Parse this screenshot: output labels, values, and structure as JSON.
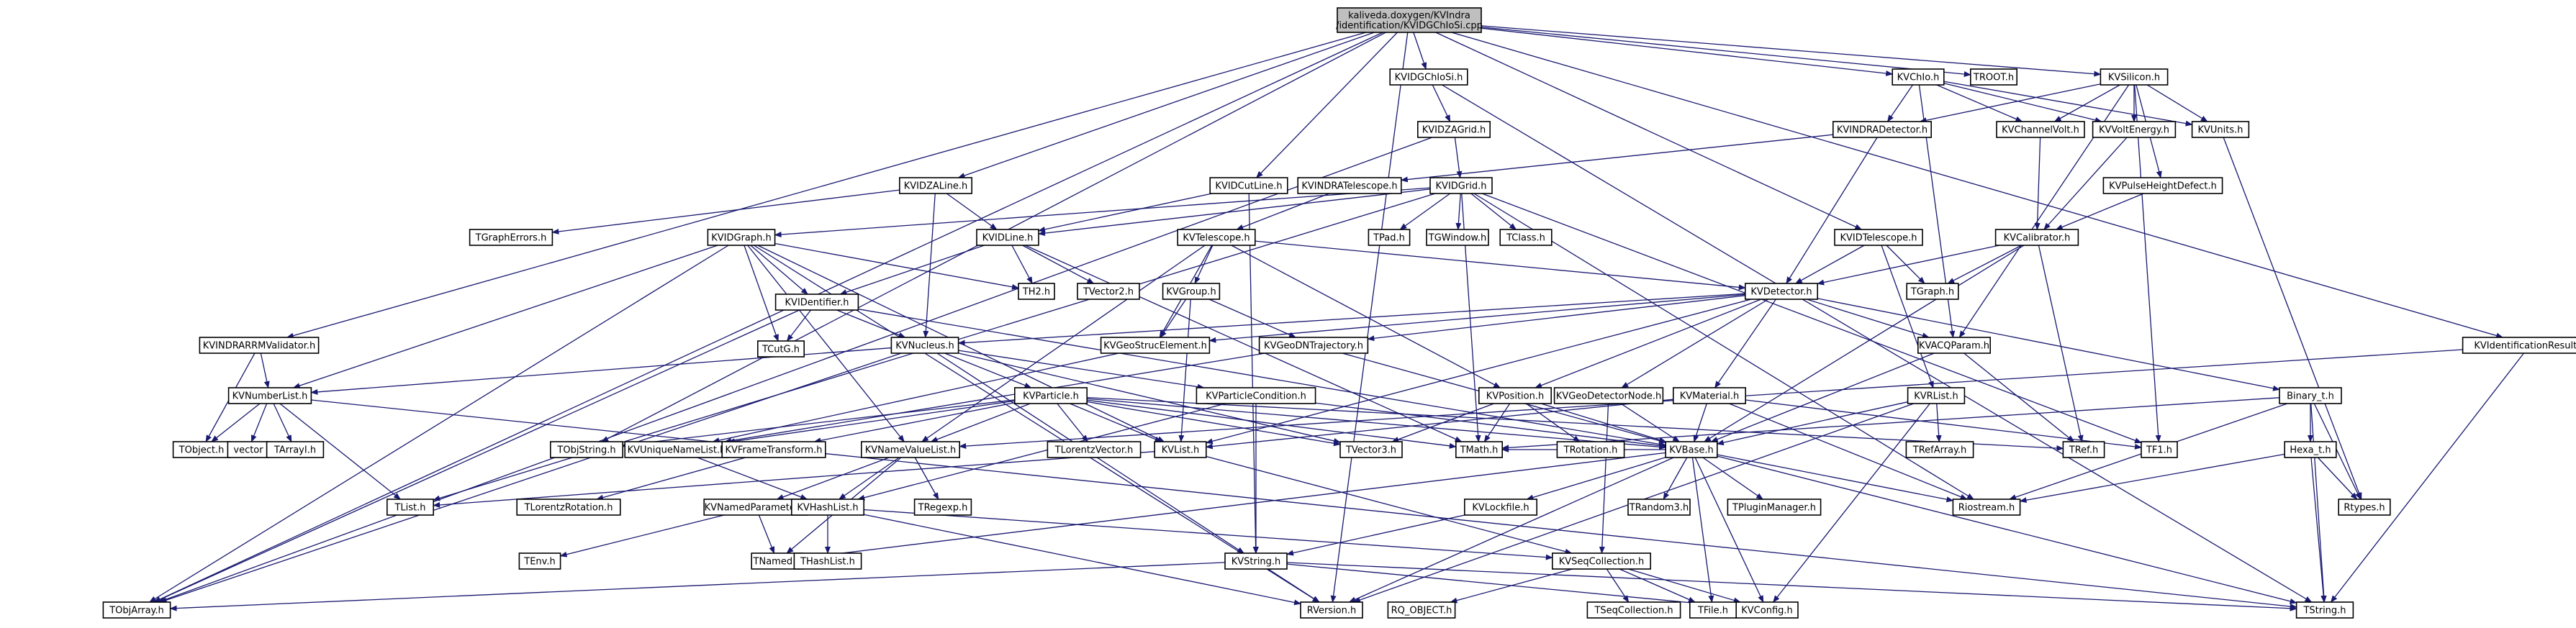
{
  "colors": {
    "root_fill": "#bfbfbf",
    "node_fill": "#ffffff",
    "node_stroke": "#000000",
    "leaf_stroke": "#bfbfbf",
    "edge": "#191970"
  },
  "root_node": {
    "label": "kaliveda.doxygen/KVIndra/identification/KVIDGChIoSi.cpp"
  },
  "nodes": [
    {
      "id": "root",
      "label": "kaliveda.doxygen/KVIndra\n/identification/KVIDGChIoSi.cpp"
    },
    {
      "id": "KVIDGChIoSi",
      "label": "KVIDGChIoSi.h"
    },
    {
      "id": "KVChIo",
      "label": "KVChIo.h"
    },
    {
      "id": "TROOT",
      "label": "TROOT.h"
    },
    {
      "id": "KVSilicon",
      "label": "KVSilicon.h"
    },
    {
      "id": "KVIDZAGrid",
      "label": "KVIDZAGrid.h"
    },
    {
      "id": "KVINDRADetector",
      "label": "KVINDRADetector.h"
    },
    {
      "id": "KVChannelVolt",
      "label": "KVChannelVolt.h"
    },
    {
      "id": "KVVoltEnergy",
      "label": "KVVoltEnergy.h"
    },
    {
      "id": "KVUnits",
      "label": "KVUnits.h"
    },
    {
      "id": "KVIDZALine",
      "label": "KVIDZALine.h"
    },
    {
      "id": "KVIDCutLine",
      "label": "KVIDCutLine.h"
    },
    {
      "id": "KVINDRATelescope",
      "label": "KVINDRATelescope.h"
    },
    {
      "id": "KVIDGrid",
      "label": "KVIDGrid.h"
    },
    {
      "id": "KVPulseHeightDefect",
      "label": "KVPulseHeightDefect.h"
    },
    {
      "id": "TGraphErrors",
      "label": "TGraphErrors.h"
    },
    {
      "id": "KVIDGraph",
      "label": "KVIDGraph.h"
    },
    {
      "id": "KVIDLine",
      "label": "KVIDLine.h"
    },
    {
      "id": "KVTelescope",
      "label": "KVTelescope.h"
    },
    {
      "id": "TPad",
      "label": "TPad.h"
    },
    {
      "id": "TGWindow",
      "label": "TGWindow.h"
    },
    {
      "id": "TClass",
      "label": "TClass.h"
    },
    {
      "id": "KVIDTelescope",
      "label": "KVIDTelescope.h"
    },
    {
      "id": "KVCalibrator",
      "label": "KVCalibrator.h"
    },
    {
      "id": "TH2",
      "label": "TH2.h"
    },
    {
      "id": "TVector2",
      "label": "TVector2.h"
    },
    {
      "id": "KVGroup",
      "label": "KVGroup.h"
    },
    {
      "id": "KVDetector",
      "label": "KVDetector.h"
    },
    {
      "id": "TGraph",
      "label": "TGraph.h"
    },
    {
      "id": "KVIDentifier",
      "label": "KVIDentifier.h"
    },
    {
      "id": "KVINDRARRMValidator",
      "label": "KVINDRARRMValidator.h"
    },
    {
      "id": "TCutG",
      "label": "TCutG.h"
    },
    {
      "id": "KVNucleus",
      "label": "KVNucleus.h"
    },
    {
      "id": "KVGeoStrucElement",
      "label": "KVGeoStrucElement.h"
    },
    {
      "id": "KVGeoDNTrajectory",
      "label": "KVGeoDNTrajectory.h"
    },
    {
      "id": "KVACQParam",
      "label": "KVACQParam.h"
    },
    {
      "id": "KVIdentificationResult",
      "label": "KVIdentificationResult.h"
    },
    {
      "id": "KVNumberList",
      "label": "KVNumberList.h"
    },
    {
      "id": "KVParticleCondition",
      "label": "KVParticleCondition.h"
    },
    {
      "id": "KVParticle",
      "label": "KVParticle.h"
    },
    {
      "id": "KVGeoDetectorNode",
      "label": "KVGeoDetectorNode.h"
    },
    {
      "id": "KVPosition",
      "label": "KVPosition.h"
    },
    {
      "id": "KVMaterial",
      "label": "KVMaterial.h"
    },
    {
      "id": "KVRList",
      "label": "KVRList.h"
    },
    {
      "id": "Binary_t",
      "label": "Binary_t.h"
    },
    {
      "id": "TObject",
      "label": "TObject.h"
    },
    {
      "id": "vector",
      "label": "vector"
    },
    {
      "id": "TArrayI",
      "label": "TArrayI.h"
    },
    {
      "id": "TObjString",
      "label": "TObjString.h"
    },
    {
      "id": "KVUniqueNameList",
      "label": "KVUniqueNameList.h"
    },
    {
      "id": "KVFrameTransform",
      "label": "KVFrameTransform.h"
    },
    {
      "id": "KVNameValueList",
      "label": "KVNameValueList.h"
    },
    {
      "id": "TLorentzVector",
      "label": "TLorentzVector.h"
    },
    {
      "id": "KVList",
      "label": "KVList.h"
    },
    {
      "id": "TVector3",
      "label": "TVector3.h"
    },
    {
      "id": "TMath",
      "label": "TMath.h"
    },
    {
      "id": "TRotation",
      "label": "TRotation.h"
    },
    {
      "id": "KVBase",
      "label": "KVBase.h"
    },
    {
      "id": "TRefArray",
      "label": "TRefArray.h"
    },
    {
      "id": "TRef",
      "label": "TRef.h"
    },
    {
      "id": "TF1",
      "label": "TF1.h"
    },
    {
      "id": "Hexa_t",
      "label": "Hexa_t.h"
    },
    {
      "id": "TList",
      "label": "TList.h"
    },
    {
      "id": "TLorentzRotation",
      "label": "TLorentzRotation.h"
    },
    {
      "id": "KVNamedParameter",
      "label": "KVNamedParameter.h"
    },
    {
      "id": "KVHashList",
      "label": "KVHashList.h"
    },
    {
      "id": "TRegexp",
      "label": "TRegexp.h"
    },
    {
      "id": "KVLockfile",
      "label": "KVLockfile.h"
    },
    {
      "id": "TRandom3",
      "label": "TRandom3.h"
    },
    {
      "id": "TPluginManager",
      "label": "TPluginManager.h"
    },
    {
      "id": "Riostream",
      "label": "Riostream.h"
    },
    {
      "id": "Rtypes",
      "label": "Rtypes.h"
    },
    {
      "id": "TEnv",
      "label": "TEnv.h"
    },
    {
      "id": "TNamed",
      "label": "TNamed.h"
    },
    {
      "id": "THashList",
      "label": "THashList.h"
    },
    {
      "id": "KVString",
      "label": "KVString.h"
    },
    {
      "id": "KVSeqCollection",
      "label": "KVSeqCollection.h"
    },
    {
      "id": "TObjArray",
      "label": "TObjArray.h"
    },
    {
      "id": "RVersion",
      "label": "RVersion.h"
    },
    {
      "id": "RQ_OBJECT",
      "label": "RQ_OBJECT.h"
    },
    {
      "id": "KVConfig",
      "label": "KVConfig.h"
    },
    {
      "id": "TSeqCollection",
      "label": "TSeqCollection.h"
    },
    {
      "id": "TFile",
      "label": "TFile.h"
    },
    {
      "id": "TString",
      "label": "TString.h"
    }
  ],
  "edges": [
    [
      "root",
      "KVIDGChIoSi"
    ],
    [
      "root",
      "KVChIo"
    ],
    [
      "root",
      "TROOT"
    ],
    [
      "root",
      "KVSilicon"
    ],
    [
      "root",
      "KVIDZALine"
    ],
    [
      "root",
      "KVIDCutLine"
    ],
    [
      "root",
      "KVIDTelescope"
    ],
    [
      "root",
      "KVINDRARRMValidator"
    ],
    [
      "root",
      "KVIdentificationResult"
    ],
    [
      "root",
      "TObjString"
    ],
    [
      "root",
      "TObjArray"
    ],
    [
      "root",
      "RVersion"
    ],
    [
      "KVIDGChIoSi",
      "KVIDZAGrid"
    ],
    [
      "KVIDGChIoSi",
      "TString"
    ],
    [
      "KVIDZAGrid",
      "KVIDGrid"
    ],
    [
      "KVIDZAGrid",
      "TObjArray"
    ],
    [
      "KVChIo",
      "KVINDRADetector"
    ],
    [
      "KVChIo",
      "KVChannelVolt"
    ],
    [
      "KVChIo",
      "KVVoltEnergy"
    ],
    [
      "KVChIo",
      "KVUnits"
    ],
    [
      "KVChIo",
      "KVACQParam"
    ],
    [
      "KVSilicon",
      "KVINDRADetector"
    ],
    [
      "KVSilicon",
      "KVChannelVolt"
    ],
    [
      "KVSilicon",
      "KVVoltEnergy"
    ],
    [
      "KVSilicon",
      "KVUnits"
    ],
    [
      "KVSilicon",
      "KVPulseHeightDefect"
    ],
    [
      "KVSilicon",
      "KVACQParam"
    ],
    [
      "KVSilicon",
      "TF1"
    ],
    [
      "KVINDRADetector",
      "KVINDRATelescope"
    ],
    [
      "KVINDRADetector",
      "KVDetector"
    ],
    [
      "KVChannelVolt",
      "KVCalibrator"
    ],
    [
      "KVVoltEnergy",
      "KVCalibrator"
    ],
    [
      "KVPulseHeightDefect",
      "KVCalibrator"
    ],
    [
      "KVUnits",
      "Rtypes"
    ],
    [
      "KVIDZALine",
      "KVIDLine"
    ],
    [
      "KVIDZALine",
      "TGraphErrors"
    ],
    [
      "KVIDZALine",
      "KVNucleus"
    ],
    [
      "KVIDCutLine",
      "KVIDLine"
    ],
    [
      "KVIDCutLine",
      "KVString"
    ],
    [
      "KVINDRATelescope",
      "KVTelescope"
    ],
    [
      "KVIDGrid",
      "KVIDGraph"
    ],
    [
      "KVIDGrid",
      "KVIDLine"
    ],
    [
      "KVIDGrid",
      "TPad"
    ],
    [
      "KVIDGrid",
      "TGWindow"
    ],
    [
      "KVIDGrid",
      "TClass"
    ],
    [
      "KVIDGrid",
      "TMath"
    ],
    [
      "KVIDGrid",
      "TF1"
    ],
    [
      "KVIDGrid",
      "Riostream"
    ],
    [
      "KVIDGrid",
      "TList"
    ],
    [
      "KVIDGraph",
      "KVIDentifier"
    ],
    [
      "KVIDGraph",
      "TH2"
    ],
    [
      "KVIDGraph",
      "TCutG"
    ],
    [
      "KVIDGraph",
      "KVNumberList"
    ],
    [
      "KVIDGraph",
      "KVNameValueList"
    ],
    [
      "KVIDGraph",
      "KVList"
    ],
    [
      "KVIDGraph",
      "RVersion"
    ],
    [
      "KVIDGraph",
      "TObjArray"
    ],
    [
      "KVIDLine",
      "KVIDentifier"
    ],
    [
      "KVIDLine",
      "TH2"
    ],
    [
      "KVIDLine",
      "TVector2"
    ],
    [
      "KVIDLine",
      "TMath"
    ],
    [
      "KVIDentifier",
      "TCutG"
    ],
    [
      "KVIDentifier",
      "KVNucleus"
    ],
    [
      "KVIDentifier",
      "TObjArray"
    ],
    [
      "KVIDentifier",
      "KVBase"
    ],
    [
      "KVTelescope",
      "KVGroup"
    ],
    [
      "KVTelescope",
      "KVGeoStrucElement"
    ],
    [
      "KVTelescope",
      "KVDetector"
    ],
    [
      "KVTelescope",
      "KVPosition"
    ],
    [
      "KVTelescope",
      "KVNameValueList"
    ],
    [
      "KVGroup",
      "KVGeoStrucElement"
    ],
    [
      "KVGroup",
      "KVGeoDNTrajectory"
    ],
    [
      "KVGroup",
      "KVList"
    ],
    [
      "KVIDTelescope",
      "KVDetector"
    ],
    [
      "KVIDTelescope",
      "TGraph"
    ],
    [
      "KVIDTelescope",
      "KVRList"
    ],
    [
      "KVCalibrator",
      "KVDetector"
    ],
    [
      "KVCalibrator",
      "TGraph"
    ],
    [
      "KVCalibrator",
      "TRef"
    ],
    [
      "KVCalibrator",
      "KVBase"
    ],
    [
      "KVDetector",
      "KVNucleus"
    ],
    [
      "KVDetector",
      "KVGeoStrucElement"
    ],
    [
      "KVDetector",
      "KVGeoDNTrajectory"
    ],
    [
      "KVDetector",
      "KVACQParam"
    ],
    [
      "KVDetector",
      "KVPosition"
    ],
    [
      "KVDetector",
      "KVGeoDetectorNode"
    ],
    [
      "KVDetector",
      "KVMaterial"
    ],
    [
      "KVDetector",
      "Binary_t"
    ],
    [
      "KVDetector",
      "KVList"
    ],
    [
      "KVINDRARRMValidator",
      "KVNumberList"
    ],
    [
      "KVINDRARRMValidator",
      "TObject"
    ],
    [
      "KVNucleus",
      "KVParticle"
    ],
    [
      "KVNucleus",
      "KVNumberList"
    ],
    [
      "KVNucleus",
      "KVParticleCondition"
    ],
    [
      "KVNucleus",
      "TObjArray"
    ],
    [
      "KVNucleus",
      "KVString"
    ],
    [
      "KVNucleus",
      "TVector3"
    ],
    [
      "KVGeoStrucElement",
      "KVUniqueNameList"
    ],
    [
      "KVGeoDNTrajectory",
      "KVUniqueNameList"
    ],
    [
      "KVGeoDNTrajectory",
      "KVBase"
    ],
    [
      "KVACQParam",
      "KVBase"
    ],
    [
      "KVACQParam",
      "TRef"
    ],
    [
      "KVIdentificationResult",
      "KVNameValueList"
    ],
    [
      "KVIdentificationResult",
      "TString"
    ],
    [
      "KVNumberList",
      "TObject"
    ],
    [
      "KVNumberList",
      "vector"
    ],
    [
      "KVNumberList",
      "TArrayI"
    ],
    [
      "KVNumberList",
      "TList"
    ],
    [
      "KVNumberList",
      "TString"
    ],
    [
      "KVParticleCondition",
      "KVHashList"
    ],
    [
      "KVParticleCondition",
      "KVString"
    ],
    [
      "KVParticleCondition",
      "KVBase"
    ],
    [
      "KVParticle",
      "TObjString"
    ],
    [
      "KVParticle",
      "KVUniqueNameList"
    ],
    [
      "KVParticle",
      "KVFrameTransform"
    ],
    [
      "KVParticle",
      "KVNameValueList"
    ],
    [
      "KVParticle",
      "TLorentzVector"
    ],
    [
      "KVParticle",
      "KVList"
    ],
    [
      "KVParticle",
      "TVector3"
    ],
    [
      "KVParticle",
      "TMath"
    ],
    [
      "KVParticle",
      "KVBase"
    ],
    [
      "KVParticle",
      "TRef"
    ],
    [
      "KVGeoDetectorNode",
      "KVBase"
    ],
    [
      "KVGeoDetectorNode",
      "KVSeqCollection"
    ],
    [
      "KVPosition",
      "TVector3"
    ],
    [
      "KVPosition",
      "TMath"
    ],
    [
      "KVPosition",
      "TRotation"
    ],
    [
      "KVPosition",
      "KVBase"
    ],
    [
      "KVMaterial",
      "KVBase"
    ],
    [
      "KVMaterial",
      "TF1"
    ],
    [
      "KVMaterial",
      "Riostream"
    ],
    [
      "KVMaterial",
      "KVList"
    ],
    [
      "KVRList",
      "TRefArray"
    ],
    [
      "KVRList",
      "KVBase"
    ],
    [
      "KVRList",
      "RVersion"
    ],
    [
      "KVRList",
      "KVConfig"
    ],
    [
      "Binary_t",
      "Hexa_t"
    ],
    [
      "Binary_t",
      "Rtypes"
    ],
    [
      "Binary_t",
      "TString"
    ],
    [
      "Binary_t",
      "Riostream"
    ],
    [
      "Binary_t",
      "TMath"
    ],
    [
      "Hexa_t",
      "Rtypes"
    ],
    [
      "Hexa_t",
      "Riostream"
    ],
    [
      "Hexa_t",
      "TString"
    ],
    [
      "KVUniqueNameList",
      "KVHashList"
    ],
    [
      "KVFrameTransform",
      "TLorentzRotation"
    ],
    [
      "KVNameValueList",
      "KVNamedParameter"
    ],
    [
      "KVNameValueList",
      "KVHashList"
    ],
    [
      "KVNameValueList",
      "TRegexp"
    ],
    [
      "KVNameValueList",
      "TNamed"
    ],
    [
      "KVList",
      "KVSeqCollection"
    ],
    [
      "KVList",
      "TList"
    ],
    [
      "KVBase",
      "KVLockfile"
    ],
    [
      "KVBase",
      "TRandom3"
    ],
    [
      "KVBase",
      "TPluginManager"
    ],
    [
      "KVBase",
      "Riostream"
    ],
    [
      "KVBase",
      "TString"
    ],
    [
      "KVBase",
      "RVersion"
    ],
    [
      "KVBase",
      "TFile"
    ],
    [
      "KVBase",
      "KVConfig"
    ],
    [
      "KVBase",
      "TNamed"
    ],
    [
      "KVBase",
      "TMath"
    ],
    [
      "KVLockfile",
      "KVString"
    ],
    [
      "KVNamedParameter",
      "TEnv"
    ],
    [
      "KVNamedParameter",
      "TNamed"
    ],
    [
      "KVHashList",
      "THashList"
    ],
    [
      "KVHashList",
      "KVSeqCollection"
    ],
    [
      "KVHashList",
      "RVersion"
    ],
    [
      "KVString",
      "TObjArray"
    ],
    [
      "KVString",
      "RVersion"
    ],
    [
      "KVString",
      "KVConfig"
    ],
    [
      "KVString",
      "TString"
    ],
    [
      "KVSeqCollection",
      "RQ_OBJECT"
    ],
    [
      "KVSeqCollection",
      "TSeqCollection"
    ],
    [
      "KVSeqCollection",
      "TFile"
    ],
    [
      "KVSeqCollection",
      "KVConfig"
    ]
  ],
  "leaf_nodes": [
    "TROOT",
    "TGraphErrors",
    "TPad",
    "TGWindow",
    "TClass",
    "TH2",
    "TVector2",
    "TGraph",
    "TCutG",
    "TObject",
    "vector",
    "TArrayI",
    "TObjString",
    "TLorentzVector",
    "TVector3",
    "TMath",
    "TRotation",
    "TRefArray",
    "TRef",
    "TF1",
    "TList",
    "TLorentzRotation",
    "TRegexp",
    "TRandom3",
    "TPluginManager",
    "Riostream",
    "Rtypes",
    "TEnv",
    "TNamed",
    "THashList",
    "TObjArray",
    "RVersion",
    "RQ_OBJECT",
    "KVConfig",
    "TSeqCollection",
    "TFile",
    "TString"
  ]
}
